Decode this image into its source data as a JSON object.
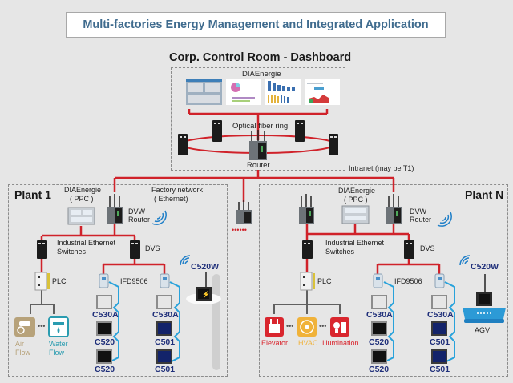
{
  "title": "Multi-factories Energy Management and Integrated Application",
  "control_room": {
    "heading": "Corp. Control Room - Dashboard",
    "software": "DIAEnergie",
    "ring_label": "Optical fiber ring",
    "router_label": "Router",
    "screens": [
      "dashboard-overview",
      "pie-chart-report",
      "bar-chart-report",
      "trend-report"
    ]
  },
  "intranet_label": "Intranet (may be T1)",
  "more_plants": "......",
  "plants": [
    {
      "name": "Plant 1",
      "ppc_label": "DIAEnergie",
      "ppc_sub": "( PPC )",
      "network_label": "Factory network",
      "network_sub": "( Ethernet)",
      "router_label_1": "DVW",
      "router_label_2": "Router",
      "switch_label_1": "Industrial Ethernet",
      "switch_label_2": "Switches",
      "dvs_label": "DVS",
      "plc_label": "PLC",
      "ifd_label": "IFD9506",
      "wireless_meter": "C520W",
      "loads": [
        {
          "label_1": "Air",
          "label_2": "Flow",
          "color": "#b7a27a"
        },
        {
          "label_1": "Water",
          "label_2": "Flow",
          "color": "#2a9cb0"
        }
      ],
      "meters_left": [
        "C530A",
        "C520",
        "C520"
      ],
      "meters_right": [
        "C530A",
        "C501",
        "C501"
      ]
    },
    {
      "name": "Plant N",
      "ppc_label": "DIAEnergie",
      "ppc_sub": "( PPC )",
      "router_label_1": "DVW",
      "router_label_2": "Router",
      "switch_label_1": "Industrial Ethernet",
      "switch_label_2": "Switches",
      "dvs_label": "DVS",
      "plc_label": "PLC",
      "ifd_label": "IFD9506",
      "wireless_meter": "C520W",
      "agv_label": "AGV",
      "loads": [
        {
          "label_1": "Elevator",
          "color": "#d9262e"
        },
        {
          "label_1": "HVAC",
          "color": "#f0b23a"
        },
        {
          "label_1": "Illumination",
          "color": "#d9262e"
        }
      ],
      "meters_left": [
        "C530A",
        "C520",
        "C520"
      ],
      "meters_right": [
        "C530A",
        "C501",
        "C501"
      ]
    }
  ],
  "colors": {
    "network_line": "#d0222a",
    "bus_line": "#28a2db",
    "device_label": "#1f2f7a",
    "title_text": "#3f6b8e"
  }
}
